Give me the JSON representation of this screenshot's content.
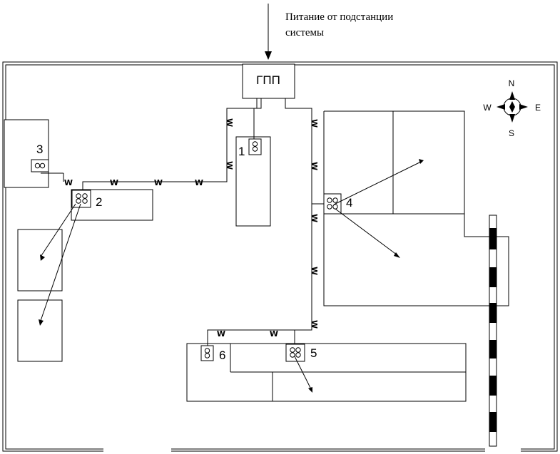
{
  "supply_note": {
    "line1": "Питание от подстанции",
    "line2": "системы"
  },
  "gpp_label": "ГПП",
  "substations": [
    {
      "id": "1",
      "label": "1"
    },
    {
      "id": "2",
      "label": "2"
    },
    {
      "id": "3",
      "label": "3"
    },
    {
      "id": "4",
      "label": "4"
    },
    {
      "id": "5",
      "label": "5"
    },
    {
      "id": "6",
      "label": "6"
    }
  ],
  "compass": {
    "north": "N",
    "south": "S",
    "west": "W",
    "east": "E"
  },
  "cable_symbol": "W"
}
